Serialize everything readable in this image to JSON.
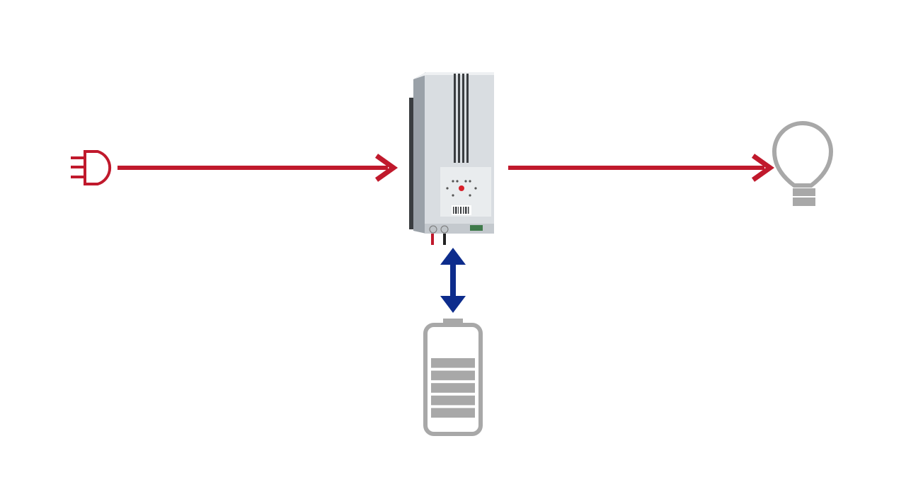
{
  "diagram": {
    "nodes": [
      {
        "id": "grid-plug",
        "icon": "power-plug-icon"
      },
      {
        "id": "inverter-charger",
        "icon": "inverter-charger-device"
      },
      {
        "id": "load-bulb",
        "icon": "light-bulb-icon"
      },
      {
        "id": "battery",
        "icon": "battery-icon",
        "charge_segments_filled": 5,
        "charge_segments_total": 5
      }
    ],
    "edges": [
      {
        "from": "grid-plug",
        "to": "inverter-charger",
        "direction": "forward"
      },
      {
        "from": "inverter-charger",
        "to": "load-bulb",
        "direction": "forward"
      },
      {
        "from": "inverter-charger",
        "to": "battery",
        "direction": "bidirectional"
      }
    ]
  },
  "colors": {
    "ac_flow": "#c0192c",
    "dc_flow": "#0d2c8c",
    "icon_gray": "#a8a8a8",
    "device_body": "#d9dde1",
    "device_side": "#9aa1a8",
    "device_dark": "#3a3d40",
    "background": "#ffffff"
  }
}
